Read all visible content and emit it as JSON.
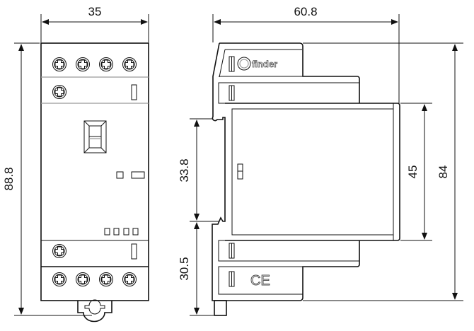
{
  "dimensions": {
    "front_width": "35",
    "front_height": "88.8",
    "side_depth": "60.8",
    "rail_upper": "33.8",
    "rail_lower": "30.5",
    "cover_height": "45",
    "body_height": "84"
  },
  "brand": "finder",
  "mark": "CE"
}
